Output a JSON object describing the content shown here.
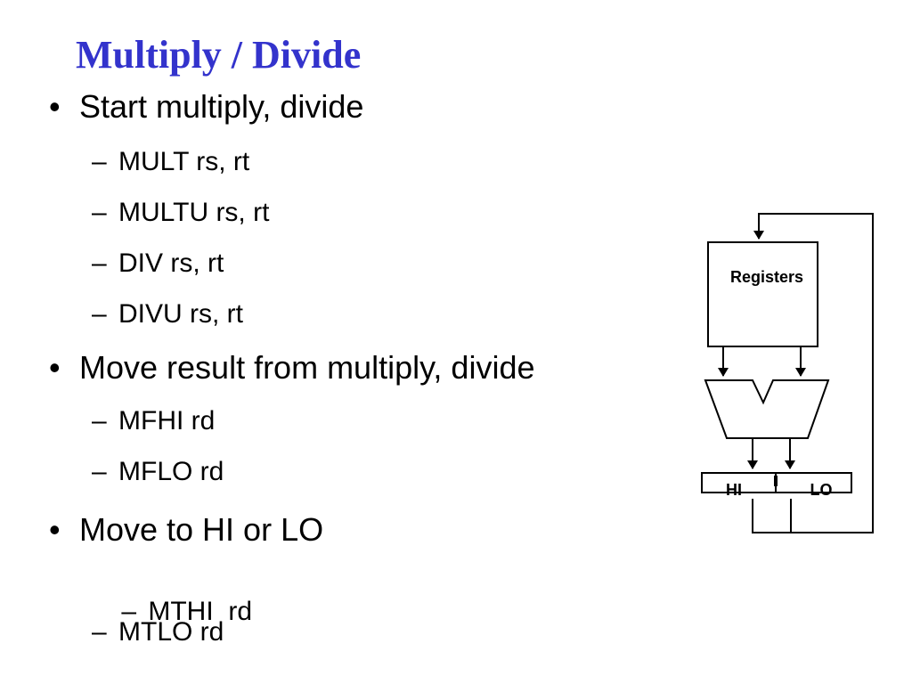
{
  "slide": {
    "title": "Multiply / Divide",
    "bullet_mark": "•",
    "sub_mark": "–",
    "bullets": [
      {
        "text": "Start multiply, divide",
        "subitems": [
          "MULT rs, rt",
          "MULTU rs, rt",
          "DIV rs, rt",
          "DIVU rs, rt"
        ]
      },
      {
        "text": "Move result from multiply, divide",
        "subitems": [
          "MFHI rd",
          "MFLO rd"
        ]
      },
      {
        "text": "Move to HI or LO",
        "subitems": [
          "MTHI  rd",
          "MTLO rd"
        ]
      }
    ]
  },
  "diagram": {
    "registers_label": "Registers",
    "hi_label": "HI",
    "lo_label": "LO"
  }
}
